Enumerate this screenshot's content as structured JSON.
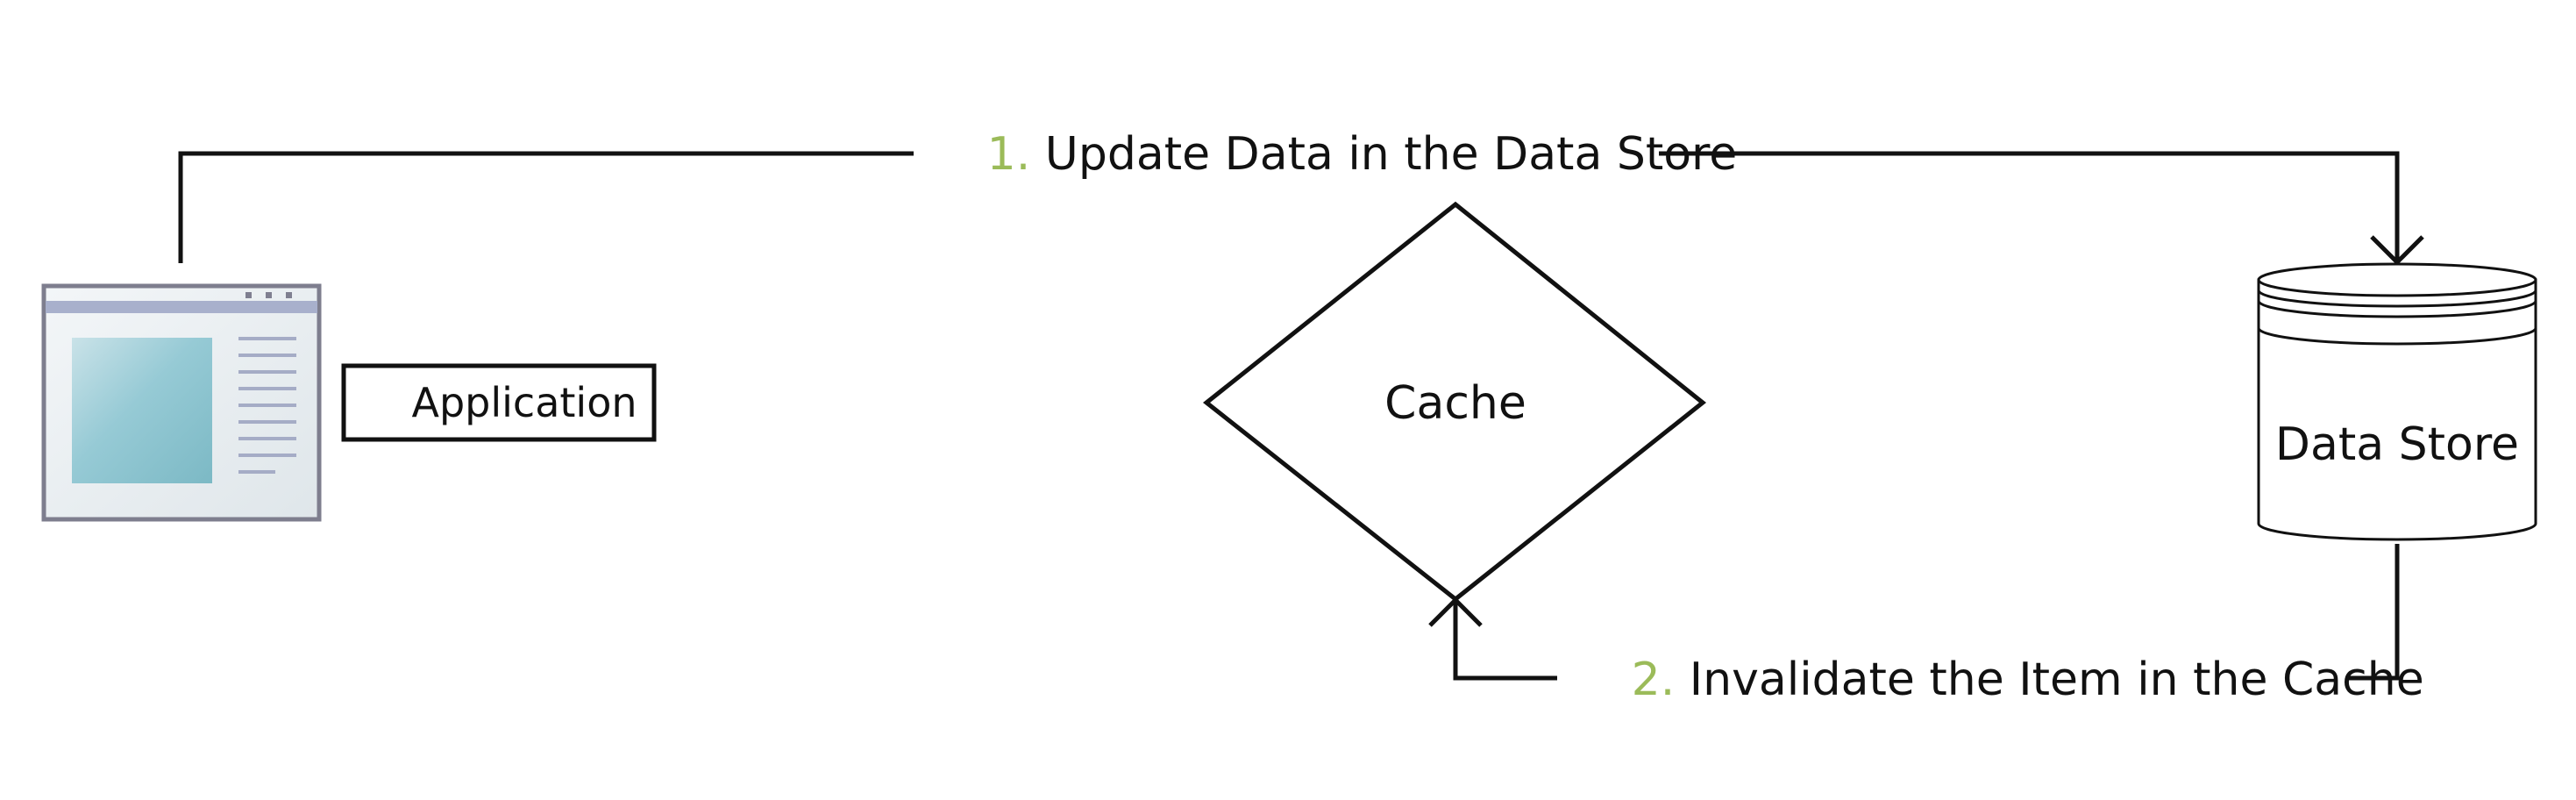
{
  "nodes": {
    "application": {
      "label": "Application"
    },
    "cache": {
      "label": "Cache"
    },
    "data_store": {
      "label": "Data Store"
    }
  },
  "flows": [
    {
      "number": "1.",
      "text": " Update Data in the Data Store"
    },
    {
      "number": "2.",
      "text": " Invalidate the Item in the Cache"
    }
  ],
  "colors": {
    "line": "#111111",
    "step_number": "#9bbb59",
    "window_frame": "#7e7e8e",
    "window_titlebar": "#a8b0cc",
    "window_content": "#8cc3cf",
    "window_body": "#e4eaee"
  },
  "icons": {
    "application": "app-window-icon",
    "data_store": "database-cylinder-icon"
  }
}
